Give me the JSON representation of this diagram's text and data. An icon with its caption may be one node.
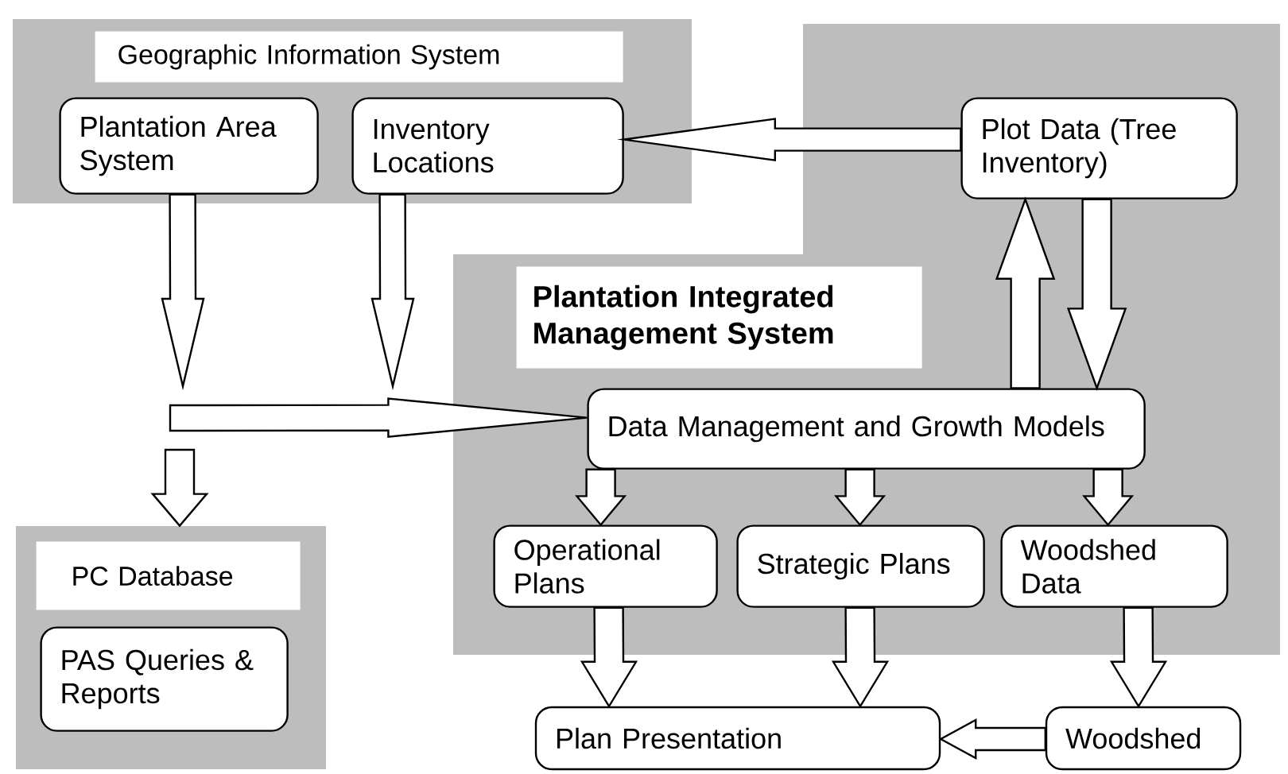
{
  "diagram": {
    "nodes": [
      {
        "text": [
          "Geographic Information System"
        ]
      },
      {
        "text": [
          "Plantation Area System"
        ],
        "in": 0
      },
      {
        "text": [
          "Inventory Locations"
        ],
        "in": 0
      },
      {
        "text": [
          "Plantation Integrated Management System"
        ]
      },
      {
        "text": [
          "Plot Data (Tree Inventory)"
        ],
        "in": 3
      },
      {
        "text": [
          "Data Management and Growth Models"
        ],
        "in": 3
      },
      {
        "text": [
          "Operational Plans"
        ],
        "in": 3
      },
      {
        "text": [
          "Strategic Plans"
        ],
        "in": 3
      },
      {
        "text": [
          "Woodshed Data"
        ],
        "in": 3
      },
      {
        "text": [
          "Plan Presentation"
        ]
      },
      {
        "text": [
          "Woodshed"
        ]
      },
      {
        "text": [
          "PC Database"
        ]
      },
      {
        "text": [
          "PAS Queries & Reports"
        ],
        "in": 11
      }
    ],
    "edges": [
      {
        "from": 4,
        "to": 2,
        "arrow": "to"
      },
      {
        "from": 4,
        "to": 5,
        "arrow": "to"
      },
      {
        "from": 5,
        "to": 4,
        "arrow": "to"
      },
      {
        "from": 1,
        "to": null,
        "arrow": "to"
      },
      {
        "from": 2,
        "to": null,
        "arrow": "to"
      },
      {
        "from": null,
        "to": 5,
        "arrow": "to"
      },
      {
        "from": null,
        "to": 11,
        "arrow": "to"
      },
      {
        "from": 5,
        "to": 6,
        "arrow": "to"
      },
      {
        "from": 5,
        "to": 7,
        "arrow": "to"
      },
      {
        "from": 5,
        "to": 8,
        "arrow": "to"
      },
      {
        "from": 6,
        "to": 9,
        "arrow": "to"
      },
      {
        "from": 7,
        "to": 9,
        "arrow": "to"
      },
      {
        "from": 8,
        "to": 10,
        "arrow": "to"
      },
      {
        "from": 10,
        "to": 9,
        "arrow": "to"
      }
    ]
  }
}
